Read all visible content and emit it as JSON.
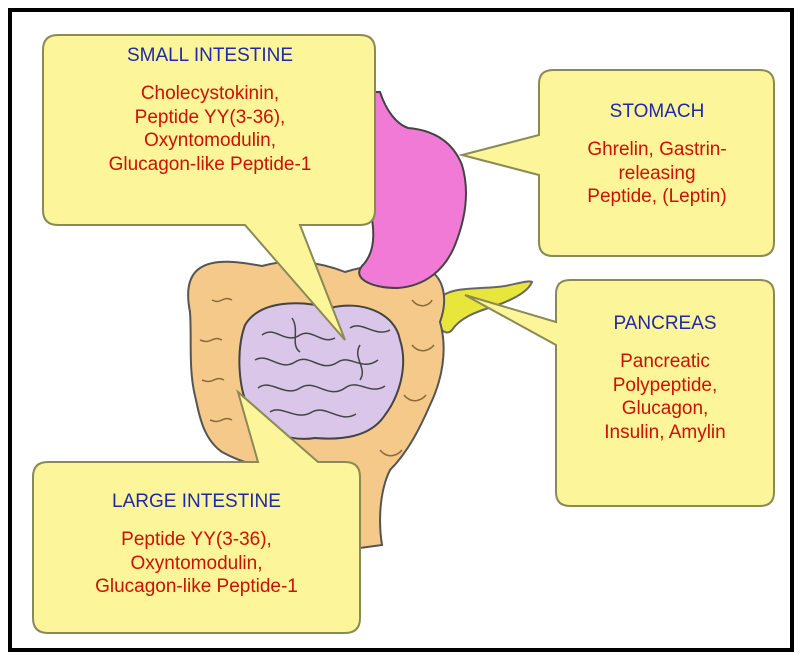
{
  "colors": {
    "callout_fill": "#fdf59a",
    "callout_stroke": "#8a8a55",
    "title": "#1f2aa6",
    "hormone": "#cc1100",
    "stomach": "#f07ad6",
    "pancreas": "#e8e63a",
    "large_intestine": "#f5c98a",
    "small_intestine": "#d9c6e8"
  },
  "callouts": {
    "small_intestine": {
      "title": "SMALL INTESTINE",
      "hormones": [
        "Cholecystokinin,",
        "Peptide YY(3-36),",
        "Oxyntomodulin,",
        "Glucagon-like Peptide-1"
      ]
    },
    "stomach": {
      "title": "STOMACH",
      "hormones": [
        "Ghrelin, Gastrin-",
        "releasing",
        "Peptide, (Leptin)"
      ]
    },
    "pancreas": {
      "title": "PANCREAS",
      "hormones": [
        "Pancreatic",
        "Polypeptide,",
        "Glucagon,",
        "Insulin, Amylin"
      ]
    },
    "large_intestine": {
      "title": "LARGE INTESTINE",
      "hormones": [
        "Peptide YY(3-36),",
        "Oxyntomodulin,",
        "Glucagon-like Peptide-1"
      ]
    }
  }
}
